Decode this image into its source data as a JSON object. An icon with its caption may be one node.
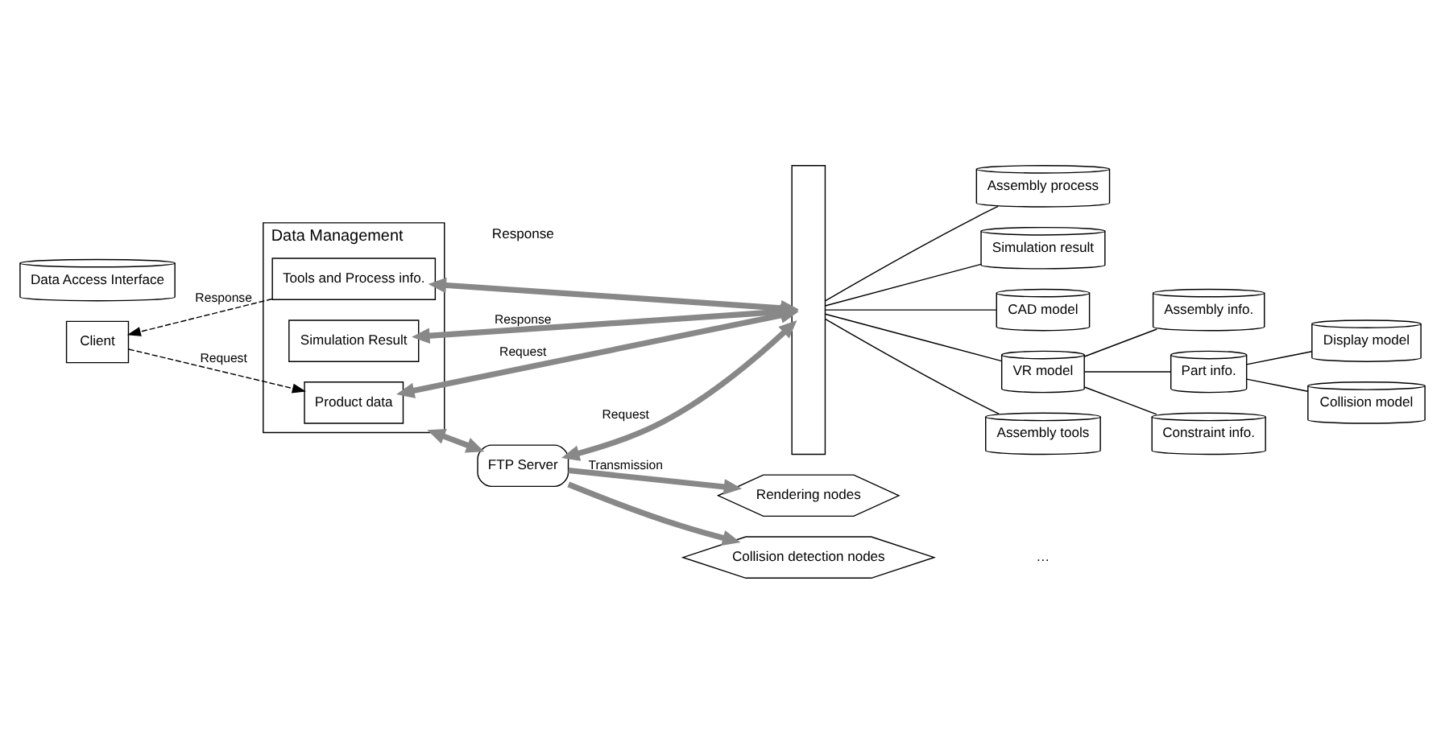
{
  "diagram": {
    "nodes": [
      {
        "text": [
          "Client"
        ]
      },
      {
        "text": [
          "Data Access Interface"
        ]
      },
      {
        "text": [
          "Data Management"
        ]
      },
      {
        "text": [
          "Product data"
        ],
        "in": 2
      },
      {
        "text": [
          "Tools and Process info."
        ],
        "in": 2
      },
      {
        "text": [
          "Simulation Result"
        ],
        "in": 2
      },
      {
        "text": [],
        "shape": "bar"
      },
      {
        "text": [
          "CAD model"
        ]
      },
      {
        "text": [
          "VR model"
        ]
      },
      {
        "text": [
          "Assembly tools"
        ]
      },
      {
        "text": [
          "Assembly process"
        ]
      },
      {
        "text": [
          "Simulation result"
        ]
      },
      {
        "text": [
          "Assembly info."
        ]
      },
      {
        "text": [
          "Part info."
        ]
      },
      {
        "text": [
          "Constraint info."
        ]
      },
      {
        "text": [
          "Display model"
        ]
      },
      {
        "text": [
          "Collision model"
        ]
      },
      {
        "text": [
          "FTP Server"
        ]
      },
      {
        "text": [
          "Rendering nodes"
        ]
      },
      {
        "text": [
          "Collision detection nodes"
        ]
      }
    ],
    "edges": [
      {
        "from": 0,
        "to": 3,
        "arrow": "to",
        "label": "Request",
        "style": "dashed"
      },
      {
        "from": 4,
        "to": 0,
        "arrow": "to",
        "label": "Response",
        "style": "dashed"
      },
      {
        "from": 3,
        "to": 6,
        "arrow": "both",
        "label": "Request",
        "style": "thick",
        "color": "#888888"
      },
      {
        "from": 4,
        "to": 6,
        "arrow": "both",
        "style": "thick",
        "color": "#888888"
      },
      {
        "from": 5,
        "to": 6,
        "arrow": "both",
        "label": "Response",
        "style": "thick",
        "color": "#888888"
      },
      {
        "from": 2,
        "to": 17,
        "arrow": "both",
        "style": "thick",
        "color": "#888888"
      },
      {
        "from": 17,
        "to": 6,
        "arrow": "both",
        "label": "Request",
        "style": "thick",
        "color": "#888888"
      },
      {
        "from": 17,
        "to": 18,
        "arrow": "to",
        "label": "Transmission",
        "style": "thick",
        "color": "#888888"
      },
      {
        "from": 17,
        "to": 19,
        "arrow": "to",
        "style": "thick",
        "color": "#888888"
      },
      {
        "from": 6,
        "to": 7,
        "arrow": "none"
      },
      {
        "from": 6,
        "to": 8,
        "arrow": "none"
      },
      {
        "from": 6,
        "to": 9,
        "arrow": "none"
      },
      {
        "from": 6,
        "to": 10,
        "arrow": "none"
      },
      {
        "from": 6,
        "to": 11,
        "arrow": "none"
      },
      {
        "from": 8,
        "to": 12,
        "arrow": "none"
      },
      {
        "from": 8,
        "to": 13,
        "arrow": "none"
      },
      {
        "from": 8,
        "to": 14,
        "arrow": "none"
      },
      {
        "from": 13,
        "to": 15,
        "arrow": "none"
      },
      {
        "from": 13,
        "to": 16,
        "arrow": "none"
      }
    ],
    "labels": [
      "Response",
      "…"
    ]
  }
}
